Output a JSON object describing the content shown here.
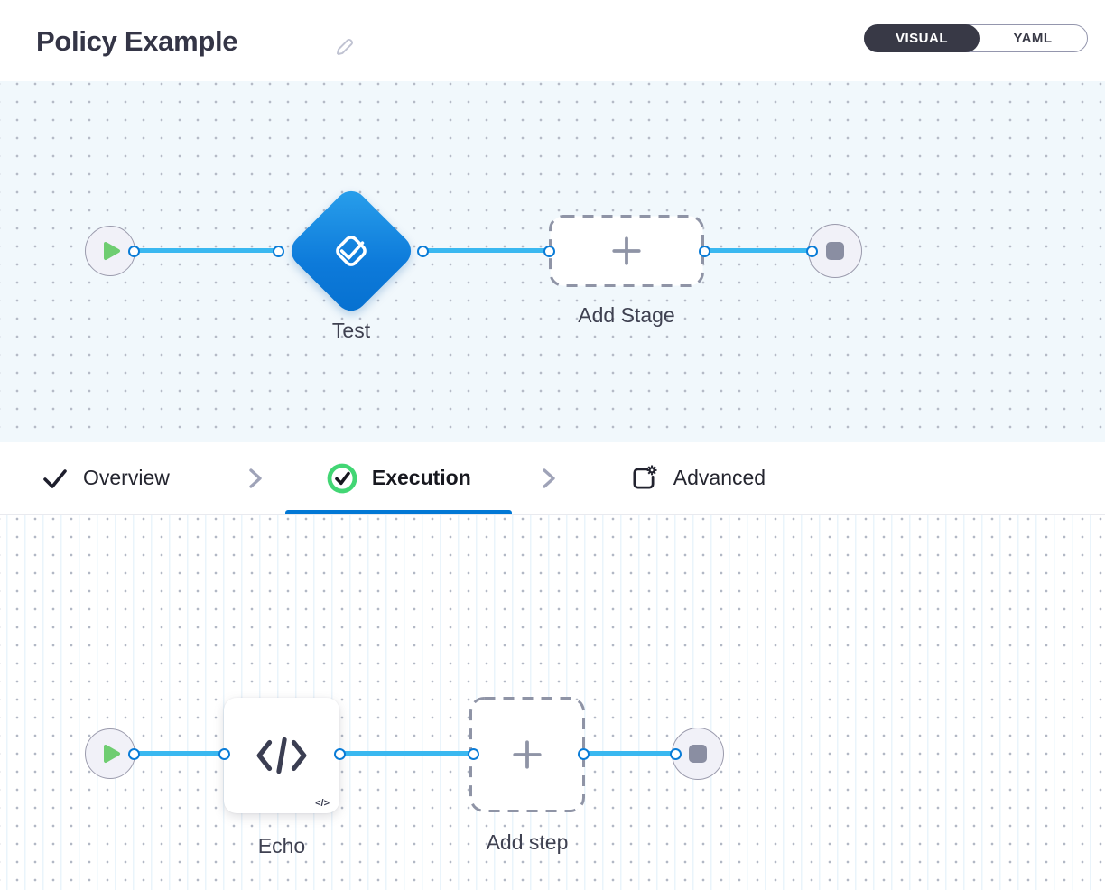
{
  "header": {
    "title": "Policy Example",
    "mode_toggle": {
      "visual_label": "VISUAL",
      "yaml_label": "YAML",
      "selected": "VISUAL"
    }
  },
  "tabs": [
    {
      "label": "Overview",
      "icon": "check-icon",
      "active": false
    },
    {
      "label": "Execution",
      "icon": "success-check-icon",
      "active": true
    },
    {
      "label": "Advanced",
      "icon": "advanced-gear-icon",
      "active": false
    }
  ],
  "stage_pipeline": {
    "start_node": {
      "icon": "play-icon"
    },
    "stage_node": {
      "label": "Test",
      "icon": "tick-box-icon"
    },
    "add_stage": {
      "label": "Add Stage",
      "icon": "plus-icon"
    },
    "end_node": {
      "icon": "stop-icon"
    }
  },
  "step_pipeline": {
    "start_node": {
      "icon": "play-icon"
    },
    "step_node": {
      "label": "Echo",
      "icon": "code-icon",
      "badge": "</>"
    },
    "add_step": {
      "label": "Add step",
      "icon": "plus-icon"
    },
    "end_node": {
      "icon": "stop-icon"
    }
  },
  "colors": {
    "accent_blue": "#0278d5",
    "connector_blue": "#3ab8f0",
    "port_blue": "#0a7cd7",
    "diamond_gradient_start": "#2aa1ec",
    "diamond_gradient_end": "#0670cf",
    "success_green": "#42d674",
    "play_green": "#6fcd71",
    "toggle_dark": "#383946",
    "canvas_top_bg": "#f1f8fc",
    "grid_dot": "#b5bbc7"
  }
}
